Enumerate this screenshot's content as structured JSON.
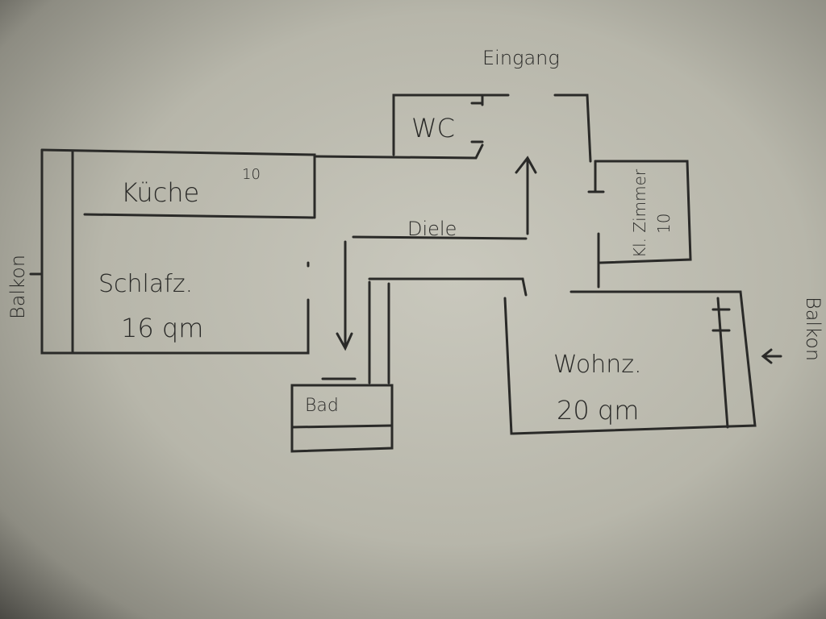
{
  "rooms": {
    "entrance": "Eingang",
    "wc": "WC",
    "kitchen": "Küche",
    "kitchen_size": "10",
    "hall": "Diele",
    "bedroom": "Schlafz.",
    "bedroom_size": "16 qm",
    "bath": "Bad",
    "living": "Wohnz.",
    "living_size": "20 qm",
    "small_room": "Kl. Zimmer",
    "small_room_size": "10",
    "balcony_left": "Balkon",
    "balcony_right": "Balkon"
  }
}
